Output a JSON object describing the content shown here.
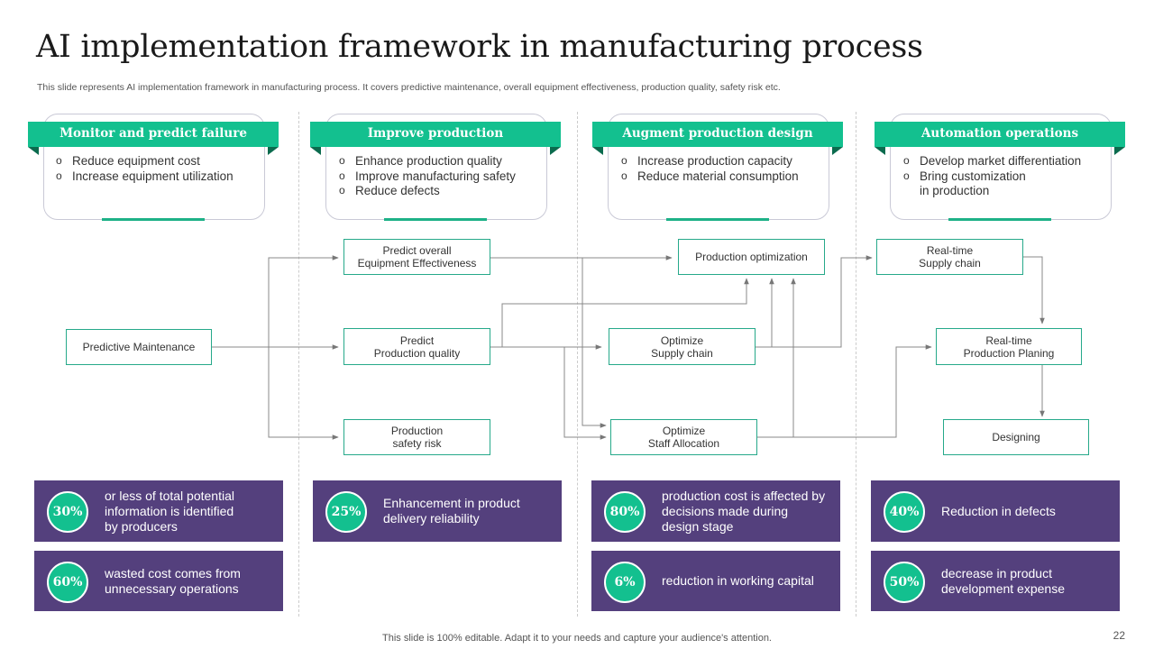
{
  "title": "AI implementation framework in manufacturing process",
  "subtitle": "This slide represents AI implementation framework in manufacturing process. It covers predictive maintenance, overall equipment effectiveness, production quality, safety risk etc.",
  "columns": [
    {
      "heading": "Monitor and predict failure",
      "bullets": [
        "Reduce equipment cost",
        "Increase equipment utilization"
      ]
    },
    {
      "heading": "Improve production",
      "bullets": [
        "Enhance production quality",
        "Improve manufacturing safety",
        "Reduce defects"
      ]
    },
    {
      "heading": "Augment production design",
      "bullets": [
        "Increase production capacity",
        "Reduce material consumption"
      ]
    },
    {
      "heading": "Automation operations",
      "bullets": [
        "Develop market differentiation",
        "Bring customization\nin production"
      ]
    }
  ],
  "nodes": {
    "predictive_maintenance": "Predictive Maintenance",
    "predict_oee": "Predict overall\nEquipment Effectiveness",
    "predict_quality": "Predict\nProduction quality",
    "safety_risk": "Production\nsafety risk",
    "production_optimization": "Production optimization",
    "optimize_supply_chain": "Optimize\nSupply chain",
    "optimize_staff": "Optimize\nStaff Allocation",
    "realtime_supply_chain": "Real-time\nSupply chain",
    "realtime_planning": "Real-time\nProduction Planing",
    "designing": "Designing"
  },
  "stats": [
    {
      "value": "30%",
      "text": "or less of total potential\ninformation is identified\nby producers"
    },
    {
      "value": "60%",
      "text": "wasted cost comes from\nunnecessary operations"
    },
    {
      "value": "25%",
      "text": "Enhancement in product\ndelivery reliability"
    },
    {
      "value": "80%",
      "text": "production cost is affected by\ndecisions made during\ndesign stage"
    },
    {
      "value": "6%",
      "text": "reduction in working capital"
    },
    {
      "value": "40%",
      "text": "Reduction in defects"
    },
    {
      "value": "50%",
      "text": "decrease in product\ndevelopment expense"
    }
  ],
  "footer": "This slide is 100% editable. Adapt it to your needs and capture your audience's attention.",
  "page_number": "22",
  "colors": {
    "accent_green": "#13c08f",
    "stat_purple": "#54407d",
    "node_border": "#26a98a"
  }
}
